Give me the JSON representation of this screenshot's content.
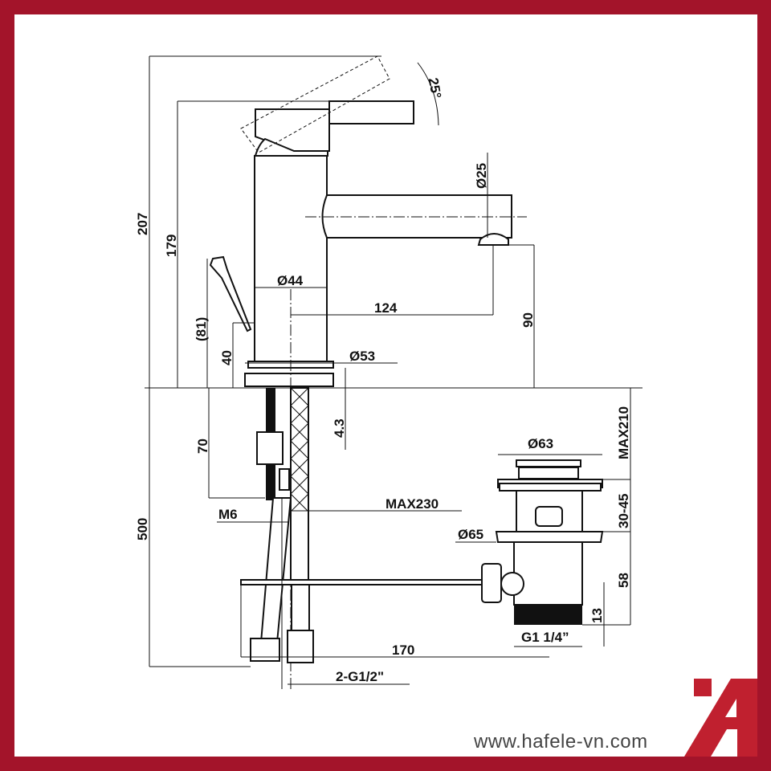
{
  "drawing": {
    "dimensions": {
      "angle": "25°",
      "total_height": "207",
      "lever_height": "179",
      "spout_diameter": "Ø25",
      "body_diameter": "Ø44",
      "spout_reach": "124",
      "spout_height": "90",
      "rod_height_ref": "(81)",
      "rod_height": "40",
      "base_diameter": "Ø53",
      "deck_thickness": "4.3",
      "stud_length": "70",
      "stud_thread": "M6",
      "hose_length": "500",
      "max_rod": "MAX230",
      "max_waste": "MAX210",
      "pop_up_diameter": "Ø63",
      "waste_range": "30-45",
      "flange_diameter": "Ø65",
      "waste_height": "58",
      "thread_length": "13",
      "waste_thread": "G1 1/4”",
      "rod_reach": "170",
      "hose_connection": "2-G1/2\""
    }
  },
  "footer": {
    "website": "www.hafele-vn.com"
  },
  "colors": {
    "frame": "#a3142a",
    "logo": "#c0202f"
  },
  "logo": {
    "brand": "Häfele"
  }
}
